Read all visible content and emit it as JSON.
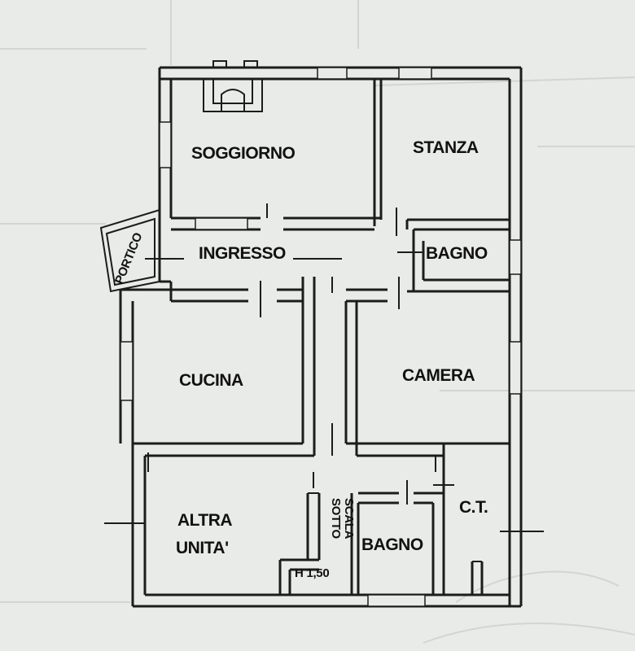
{
  "rooms": {
    "soggiorno": "SOGGIORNO",
    "stanza": "STANZA",
    "ingresso": "INGRESSO",
    "bagno_top": "BAGNO",
    "portico": "PORTICO",
    "cucina": "CUCINA",
    "camera": "CAMERA",
    "altra_line1": "ALTRA",
    "altra_line2": "UNITA'",
    "sotto": "SOTTO",
    "scala": "SCALA",
    "bagno_bottom": "BAGNO",
    "ct": "C.T.",
    "height_note": "H 1,50"
  },
  "colors": {
    "paper": "#e9ebe8",
    "ink": "#1c1c1c"
  }
}
